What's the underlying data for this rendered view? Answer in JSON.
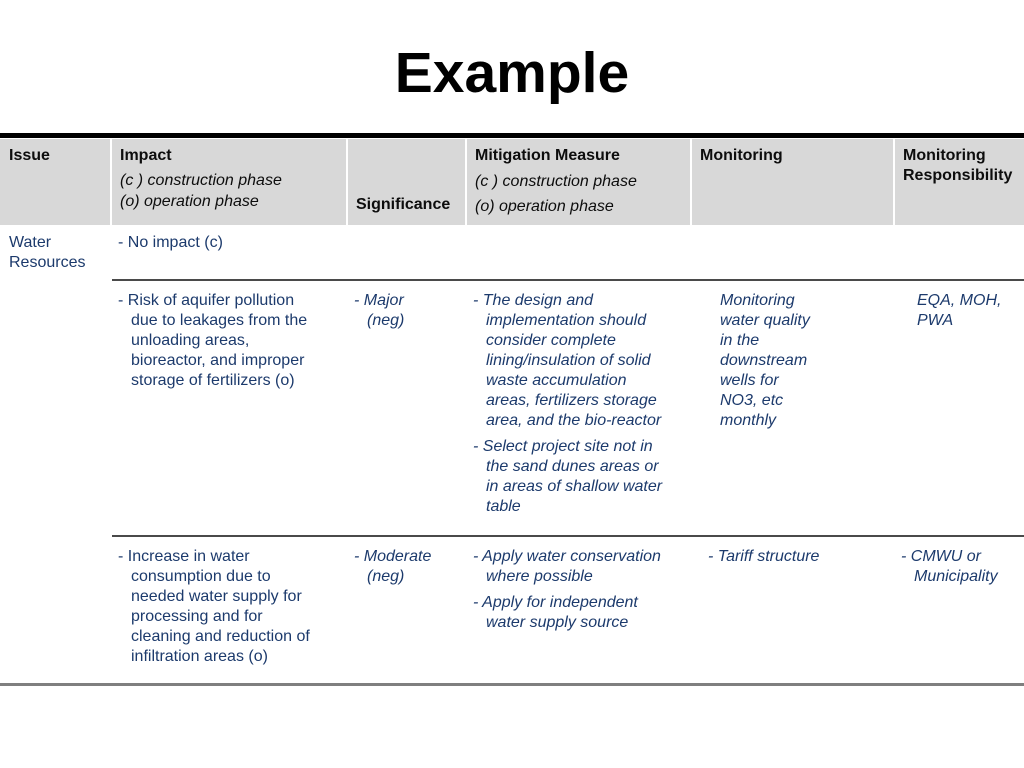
{
  "slide": {
    "title": "Example"
  },
  "colors": {
    "body_text_navy": "#1c3a6c",
    "header_background": "#d8d8d8",
    "header_text": "#0d0d0d",
    "top_rule": "#000000",
    "row_divider": "#4a4a4a",
    "bottom_rule": "#7f7f7f"
  },
  "table": {
    "header": {
      "issue": "Issue",
      "impact_title": "Impact",
      "impact_sub": "(c ) construction phase\n(o) operation phase",
      "significance": "Significance",
      "mitigation_title": "Mitigation Measure",
      "mitigation_sub": "(c ) construction phase\n(o) operation phase",
      "monitoring": "Monitoring",
      "responsibility": "Monitoring\nResponsibility"
    },
    "rows": [
      {
        "issue": "Water\nResources",
        "impact": [
          "- No impact (c)"
        ],
        "significance": [],
        "mitigation": [],
        "monitoring": [],
        "responsibility": []
      },
      {
        "issue": "",
        "impact": [
          "- Risk of aquifer pollution\ndue to leakages from the\nunloading areas,\nbioreactor, and improper\nstorage of fertilizers (o)"
        ],
        "significance": [
          "- Major\n(neg)"
        ],
        "mitigation": [
          "- The design and\nimplementation should\nconsider complete\nlining/insulation of solid\nwaste accumulation\nareas, fertilizers storage\narea, and the bio-reactor",
          "- Select project site not in\nthe sand dunes areas or\nin areas of shallow water\ntable"
        ],
        "monitoring": [
          "Monitoring\nwater quality\nin the\ndownstream\nwells for\nNO3, etc\nmonthly"
        ],
        "responsibility": [
          "EQA, MOH,\nPWA"
        ]
      },
      {
        "issue": "",
        "impact": [
          "- Increase in water\nconsumption due to\nneeded water supply for\nprocessing and for\ncleaning and reduction of\ninfiltration areas (o)"
        ],
        "significance": [
          "- Moderate\n(neg)"
        ],
        "mitigation": [
          "- Apply water conservation\nwhere possible",
          "- Apply for independent\nwater supply source"
        ],
        "monitoring": [
          "- Tariff structure"
        ],
        "responsibility": [
          "- CMWU or\nMunicipality"
        ]
      }
    ]
  }
}
